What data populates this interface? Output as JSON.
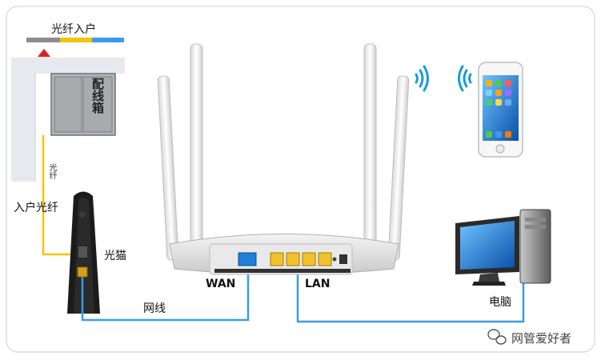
{
  "labels": {
    "fiber_entry": "光纤入户",
    "distribution_box": "配线箱",
    "fiber_vertical": "光纤",
    "home_fiber": "入户光纤",
    "optical_modem": "光猫",
    "network_cable": "网线",
    "wan": "WAN",
    "lan": "LAN",
    "computer": "电脑",
    "watermark": "网管爱好者"
  },
  "colors": {
    "fiber": "#f5c400",
    "ethernet": "#3b9be6",
    "wall": "#d9dde3",
    "alert": "#e0201c"
  },
  "icons": [
    "router-icon",
    "smartphone-icon",
    "desktop-computer-icon",
    "wifi-signal-icon",
    "optical-modem-icon",
    "distribution-box-icon",
    "wechat-icon"
  ]
}
